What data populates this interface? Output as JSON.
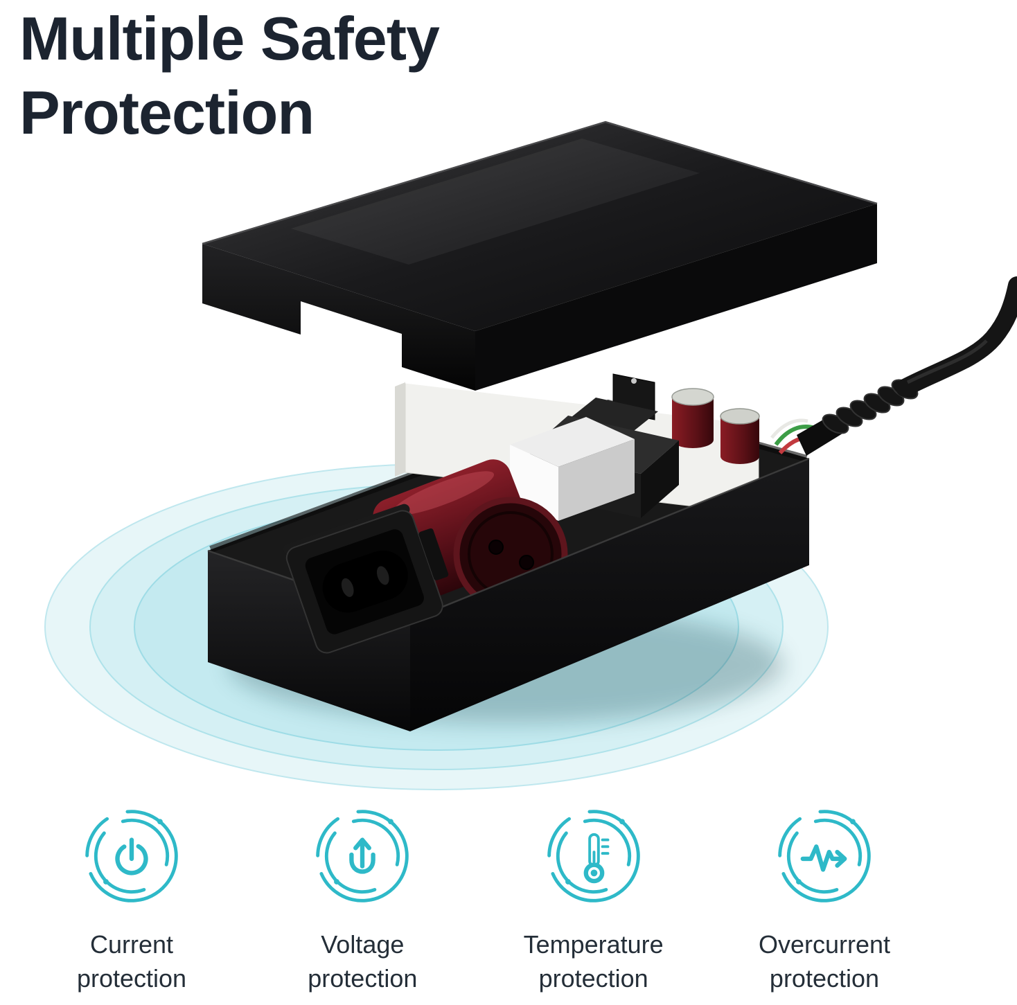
{
  "title": {
    "line1": "Multiple Safety",
    "line2": "Protection"
  },
  "features": [
    {
      "icon": "power-switch-icon",
      "label": "Current protection"
    },
    {
      "icon": "voltage-up-arrow-icon",
      "label": "Voltage protection"
    },
    {
      "icon": "thermometer-icon",
      "label": "Temperature protection"
    },
    {
      "icon": "overcurrent-pulse-icon",
      "label": "Overcurrent protection"
    }
  ],
  "illustration": {
    "subject": "power-adapter-exploded-view",
    "platform": "teal-concentric-ellipses"
  },
  "colors": {
    "accent": "#2eb9c8",
    "heading_text": "#1c2430",
    "label_text": "#242e38",
    "platform_outer": "#e7f6f8",
    "platform_mid": "#d5f0f4",
    "platform_inner": "#c4eaf0",
    "adapter_black": "#121212",
    "capacitor_red": "#7c1822"
  }
}
